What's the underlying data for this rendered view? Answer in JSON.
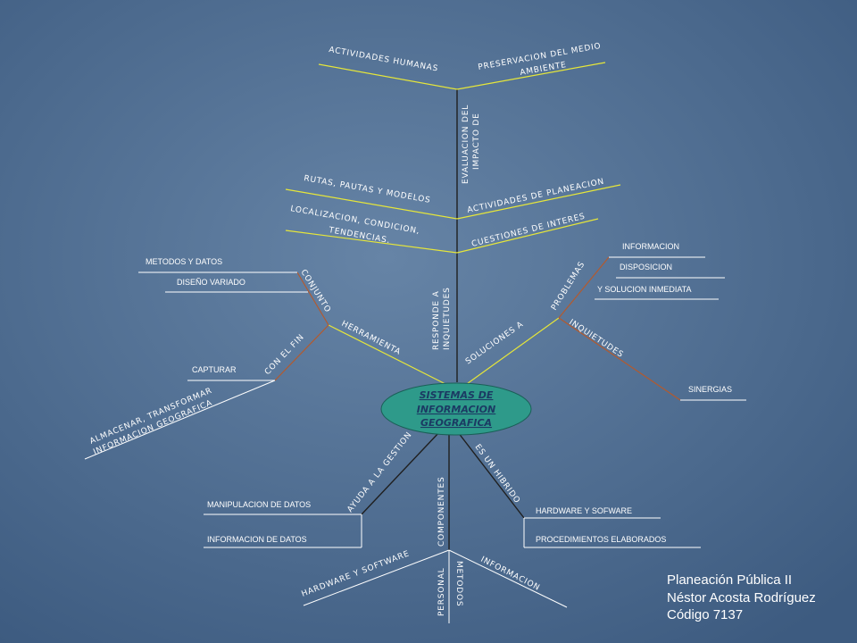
{
  "colors": {
    "background": "#4f6f93",
    "line_main": "#1f1f1f",
    "line_yellow": "#e6e63a",
    "line_brown": "#b35a2e",
    "line_white": "#ffffff",
    "center_fill": "#2e9a8a",
    "center_text": "#1b3a63"
  },
  "center": {
    "line1": "SISTEMAS DE",
    "line2": "INFORMACION",
    "line3": "GEOGRAFICA"
  },
  "labels": {
    "actividades_humanas": "ACTIVIDADES HUMANAS",
    "preservacion_1": "PRESERVACION DEL MEDIO",
    "preservacion_2": "AMBIENTE",
    "evaluacion_1": "EVALUACION DEL",
    "evaluacion_2": "IMPACTO DE",
    "rutas": "RUTAS, PAUTAS Y MODELOS",
    "actividades_planeacion": "ACTIVIDADES DE PLANEACION",
    "localizacion_1": "LOCALIZACION, CONDICION,",
    "localizacion_2": "TENDENCIAS.",
    "cuestiones": "CUESTIONES DE INTERES",
    "responde_1": "RESPONDE A",
    "responde_2": "INQUIETUDES",
    "metodos_datos": "METODOS Y DATOS",
    "diseno_variado": "DISEÑO VARIADO",
    "conjunto": "CONJUNTO",
    "herramienta": "HERRAMIENTA",
    "con_el_fin": "CON EL FIN",
    "capturar": "CAPTURAR",
    "almacenar_1": "ALMACENAR, TRANSFORMAR",
    "almacenar_2": "INFORMACION GEOGRAFICA",
    "informacion_top": "INFORMACION",
    "disposicion": "DISPOSICION",
    "solucion": "Y SOLUCION INMEDIATA",
    "problemas": "PROBLEMAS",
    "soluciones_a": "SOLUCIONES A",
    "inquietudes": "INQUIETUDES",
    "sinergias": "SINERGIAS",
    "ayuda_gestion": "AYUDA A LA GESTION",
    "componentes": "COMPONENTES",
    "es_un_hibrido": "ES UN HIBRIDO",
    "manipulacion": "MANIPULACION DE DATOS",
    "informacion_datos": "INFORMACION DE DATOS",
    "hardware_sofware": "HARDWARE Y SOFWARE",
    "procedimientos": "PROCEDIMIENTOS ELABORADOS",
    "hardware_software": "HARDWARE Y SOFTWARE",
    "personal": "PERSONAL",
    "metodos": "METODOS",
    "informacion_bottom": "INFORMACION"
  },
  "footer": {
    "line1": "Planeación Pública II",
    "line2": "Néstor Acosta Rodríguez",
    "line3": "Código 7137"
  }
}
